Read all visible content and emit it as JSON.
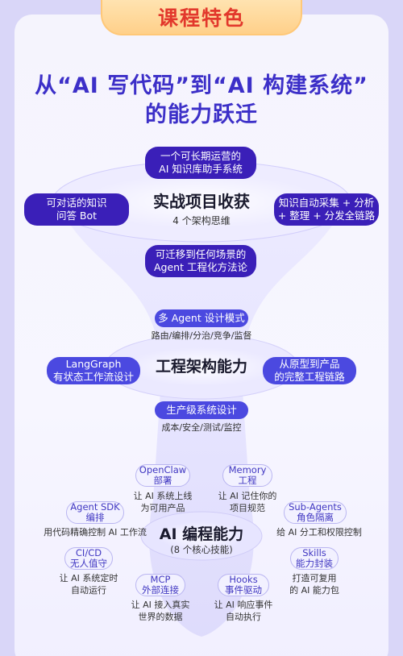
{
  "tab_title": "课程特色",
  "headline": {
    "line1": "从“AI 写代码”到“AI 构建系统”",
    "line2": "的能力跃迁"
  },
  "tier1": {
    "title": "实战项目收获",
    "subtitle": "4 个架构思维",
    "pills": [
      {
        "line1": "一个可长期运营的",
        "line2": "AI 知识库助手系统"
      },
      {
        "line1": "可对话的知识",
        "line2": "问答 Bot"
      },
      {
        "line1": "知识自动采集 + 分析",
        "line2": "+ 整理 + 分发全链路"
      },
      {
        "line1": "可迁移到任何场景的",
        "line2": "Agent 工程化方法论"
      }
    ]
  },
  "tier2": {
    "title": "工程架构能力",
    "top_pill": "多 Agent 设计模式",
    "top_caption": "路由/编排/分治/竞争/监督",
    "left_pill": {
      "line1": "LangGraph",
      "line2": "有状态工作流设计"
    },
    "right_pill": {
      "line1": "从原型到产品",
      "line2": "的完整工程链路"
    },
    "bottom_pill": "生产级系统设计",
    "bottom_caption": "成本/安全/测试/监控"
  },
  "tier3": {
    "title": "AI 编程能力",
    "subtitle": "(8 个核心技能)",
    "skills": [
      {
        "line1": "OpenClaw",
        "line2": "部署",
        "desc1": "让 AI 系统上线",
        "desc2": "为可用产品"
      },
      {
        "line1": "Memory",
        "line2": "工程",
        "desc1": "让 AI 记住你的",
        "desc2": "项目规范"
      },
      {
        "line1": "Agent SDK",
        "line2": "编排",
        "desc1": "用代码精确控制 AI 工作流",
        "desc2": ""
      },
      {
        "line1": "Sub-Agents",
        "line2": "角色隔离",
        "desc1": "给 AI 分工和权限控制",
        "desc2": ""
      },
      {
        "line1": "CI/CD",
        "line2": "无人值守",
        "desc1": "让 AI 系统定时",
        "desc2": "自动运行"
      },
      {
        "line1": "Skills",
        "line2": "能力封装",
        "desc1": "打造可复用",
        "desc2": "的 AI 能力包"
      },
      {
        "line1": "MCP",
        "line2": "外部连接",
        "desc1": "让 AI 接入真实",
        "desc2": "世界的数据"
      },
      {
        "line1": "Hooks",
        "line2": "事件驱动",
        "desc1": "让 AI 响应事件",
        "desc2": "自动执行"
      }
    ]
  },
  "colors": {
    "accent_red": "#e2382c",
    "headline_blue": "#3c2fc8",
    "dark_pill": "#3a1fb8",
    "mid_pill": "#4b49e0",
    "light_pill": "#6d7af0"
  }
}
